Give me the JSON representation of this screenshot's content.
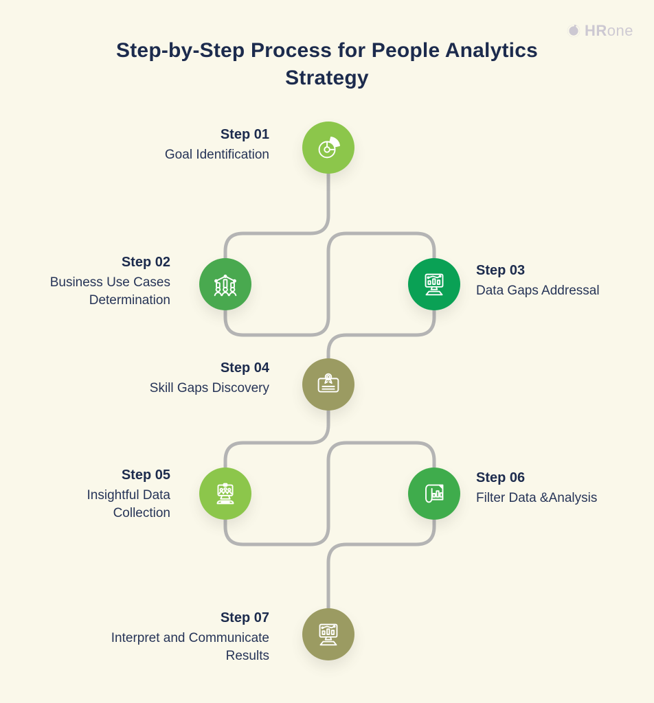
{
  "page": {
    "background": "#FAF8EA"
  },
  "logo": {
    "brand_bold": "HR",
    "brand_light": "one",
    "color": "#CCC8D2"
  },
  "title": "Step-by-Step Process for People Analytics Strategy",
  "title_color": "#1C2B4D",
  "connector_color": "#B4B4B4",
  "steps": [
    {
      "label": "Step 01",
      "title": "Goal Identification",
      "icon": "pie-chart",
      "color": "#8CC64B"
    },
    {
      "label": "Step 02",
      "title": "Business Use Cases Determination",
      "icon": "team-hierarchy",
      "color": "#49A94F"
    },
    {
      "label": "Step 03",
      "title": "Data Gaps Addressal",
      "icon": "monitor-chart",
      "color": "#0AA155"
    },
    {
      "label": "Step 04",
      "title": "Skill Gaps Discovery",
      "icon": "certificate",
      "color": "#9B9B62"
    },
    {
      "label": "Step 05",
      "title": "Insightful Data Collection",
      "icon": "laptop-team",
      "color": "#8CC64B"
    },
    {
      "label": "Step 06",
      "title": "Filter Data &Analysis",
      "icon": "scroll-chart",
      "color": "#3FAC4C"
    },
    {
      "label": "Step 07",
      "title": "Interpret and Communicate Results",
      "icon": "monitor-chart",
      "color": "#9B9B62"
    }
  ]
}
